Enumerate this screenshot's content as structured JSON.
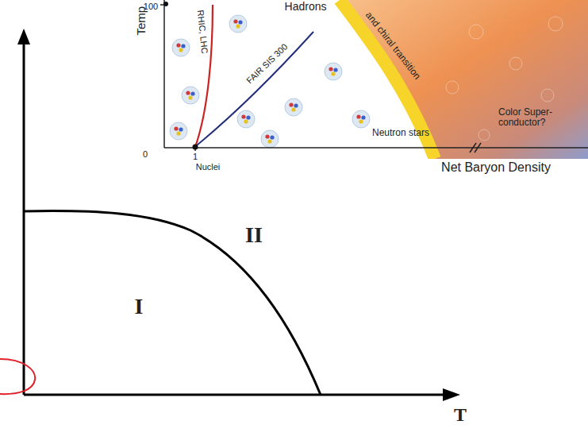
{
  "diagram": {
    "labels": [
      "100",
      "Hadrons",
      "Temp",
      "RHIC, LHC",
      "FAIR SIS 300",
      "and chiral transition",
      "Neutron stars",
      "Color Super- conductor?",
      "0",
      "1",
      "Nuclei",
      "Net Baryon Density",
      "II",
      "I",
      "T"
    ]
  }
}
